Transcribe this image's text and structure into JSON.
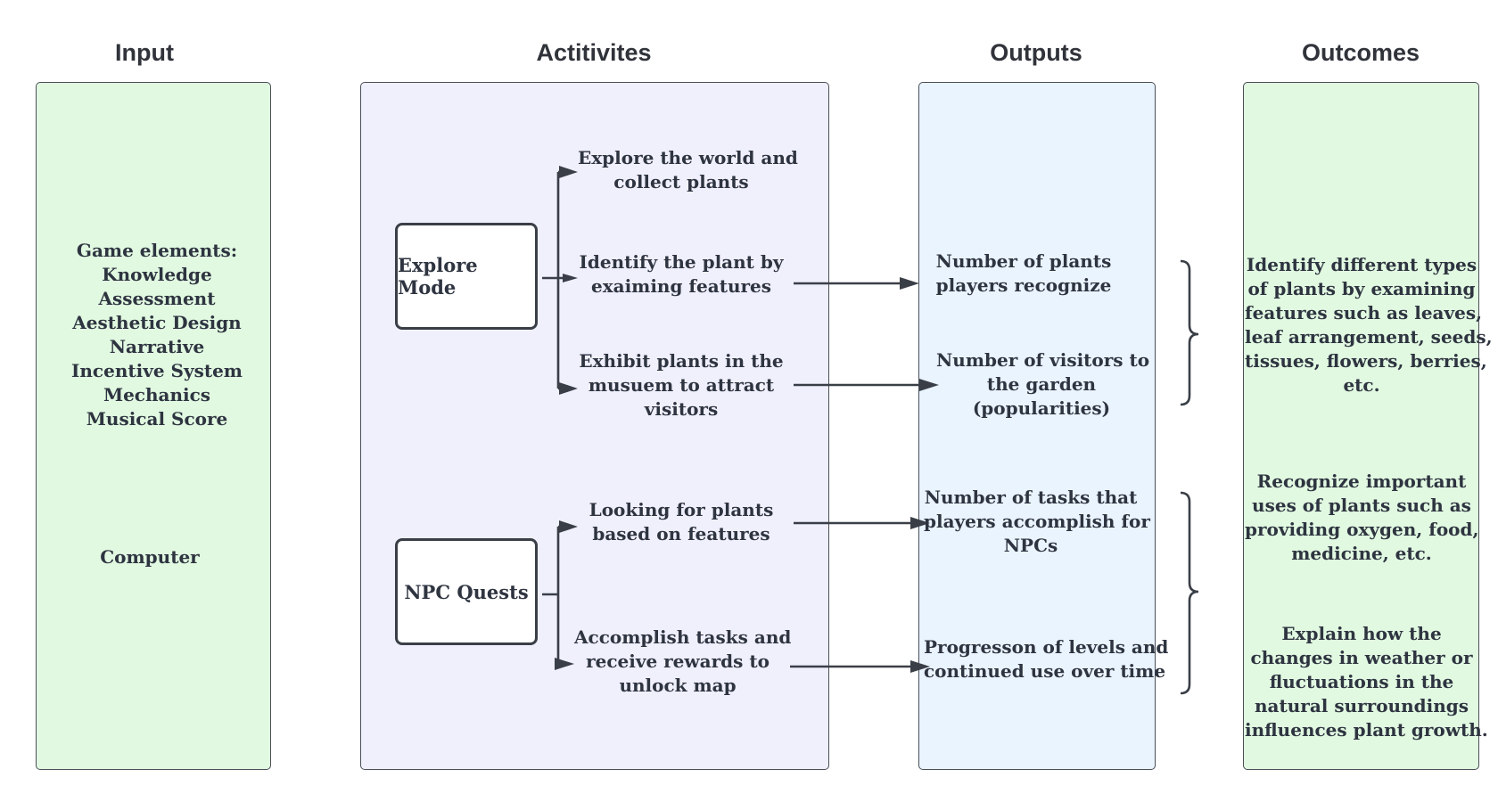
{
  "columns": {
    "input": {
      "title": "Input"
    },
    "activities": {
      "title": "Actitivites"
    },
    "outputs": {
      "title": "Outputs"
    },
    "outcomes": {
      "title": "Outcomes"
    }
  },
  "input": {
    "game_elements": [
      "Game elements:",
      "Knowledge",
      "Assessment",
      "Aesthetic Design",
      "Narrative",
      "Incentive System",
      "Mechanics",
      "Musical Score"
    ],
    "computer": "Computer"
  },
  "activities": {
    "explore_mode": {
      "label": "Explore Mode",
      "items": [
        [
          "Explore the world and",
          "collect plants"
        ],
        [
          "Identify the plant by",
          "exaiming features"
        ],
        [
          "Exhibit plants in the",
          "musuem to attract",
          "visitors"
        ]
      ]
    },
    "npc_quests": {
      "label": "NPC Quests",
      "items": [
        [
          "Looking for plants",
          "based on features"
        ],
        [
          "Accomplish tasks and",
          "receive rewards to",
          "unlock map"
        ]
      ]
    }
  },
  "outputs": [
    [
      "Number of plants",
      "players recognize"
    ],
    [
      "Number of visitors to",
      "the garden",
      "(popularities)"
    ],
    [
      "Number of tasks that",
      "players accomplish for",
      "NPCs"
    ],
    [
      "Progresson of levels and",
      "continued use over time"
    ]
  ],
  "outcomes": [
    [
      "Identify different types",
      "of plants by examining",
      "features such as leaves,",
      "leaf arrangement, seeds,",
      "tissues, flowers, berries,",
      "etc."
    ],
    [
      "Recognize important",
      "uses of plants such as",
      "providing oxygen, food,",
      "medicine, etc."
    ],
    [
      "Explain how the",
      "changes in weather or",
      "fluctuations in the",
      "natural surroundings",
      "influences plant growth."
    ]
  ],
  "colors": {
    "input_bg": "#e1f9e1",
    "activities_bg": "#f0f0fd",
    "outputs_bg": "#eaf4fe",
    "outcomes_bg": "#e1f9e1",
    "line": "#3a3f47"
  }
}
